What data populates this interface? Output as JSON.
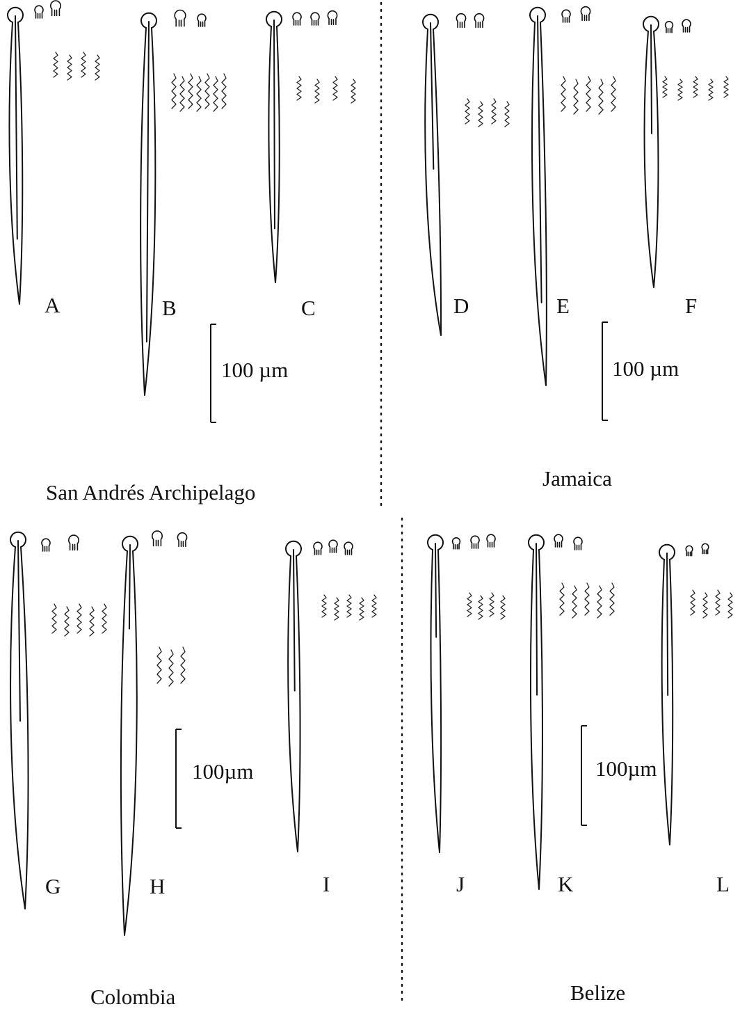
{
  "figure": {
    "regions": [
      {
        "name": "San Andrés Archipelago",
        "specimens": [
          "A",
          "B",
          "C"
        ],
        "scale_label": "100 µm"
      },
      {
        "name": "Jamaica",
        "specimens": [
          "D",
          "E",
          "F"
        ],
        "scale_label": "100 µm"
      },
      {
        "name": "Colombia",
        "specimens": [
          "G",
          "H",
          "I"
        ],
        "scale_label": "100µm"
      },
      {
        "name": "Belize",
        "specimens": [
          "J",
          "K",
          "L"
        ],
        "scale_label": "100µm"
      }
    ],
    "scale_bar_value_um": 100,
    "colors": {
      "ink": "#111111",
      "background": "#ffffff"
    }
  }
}
